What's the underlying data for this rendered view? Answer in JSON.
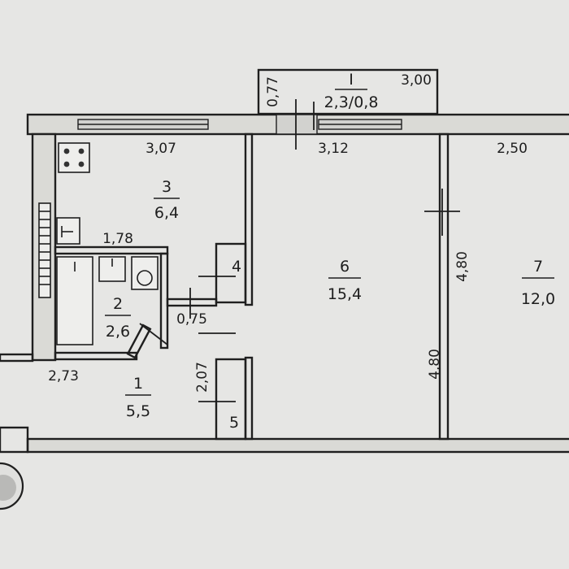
{
  "rooms": [
    {
      "id": "room-1",
      "number": "1",
      "area": "5,5"
    },
    {
      "id": "room-2",
      "number": "2",
      "area": "2,6"
    },
    {
      "id": "room-3",
      "number": "3",
      "area": "6,4"
    },
    {
      "id": "room-4",
      "number": "4"
    },
    {
      "id": "room-5",
      "number": "5"
    },
    {
      "id": "room-6",
      "number": "6",
      "area": "15,4"
    },
    {
      "id": "room-7",
      "number": "7",
      "area": "12,0"
    },
    {
      "id": "balcony",
      "number": "I",
      "area": "2,3/0,8"
    }
  ],
  "dimensions": {
    "kitchen_width": "3,07",
    "room6_width": "3,12",
    "room7_width": "2,50",
    "bath_width": "1,78",
    "hall_width": "2,73",
    "hall_depth": "2,07",
    "doorway": "0,75",
    "room6_length": "4,80",
    "room7_length": "4,80",
    "balcony_depth": "0,77",
    "balcony_width": "3,00"
  }
}
